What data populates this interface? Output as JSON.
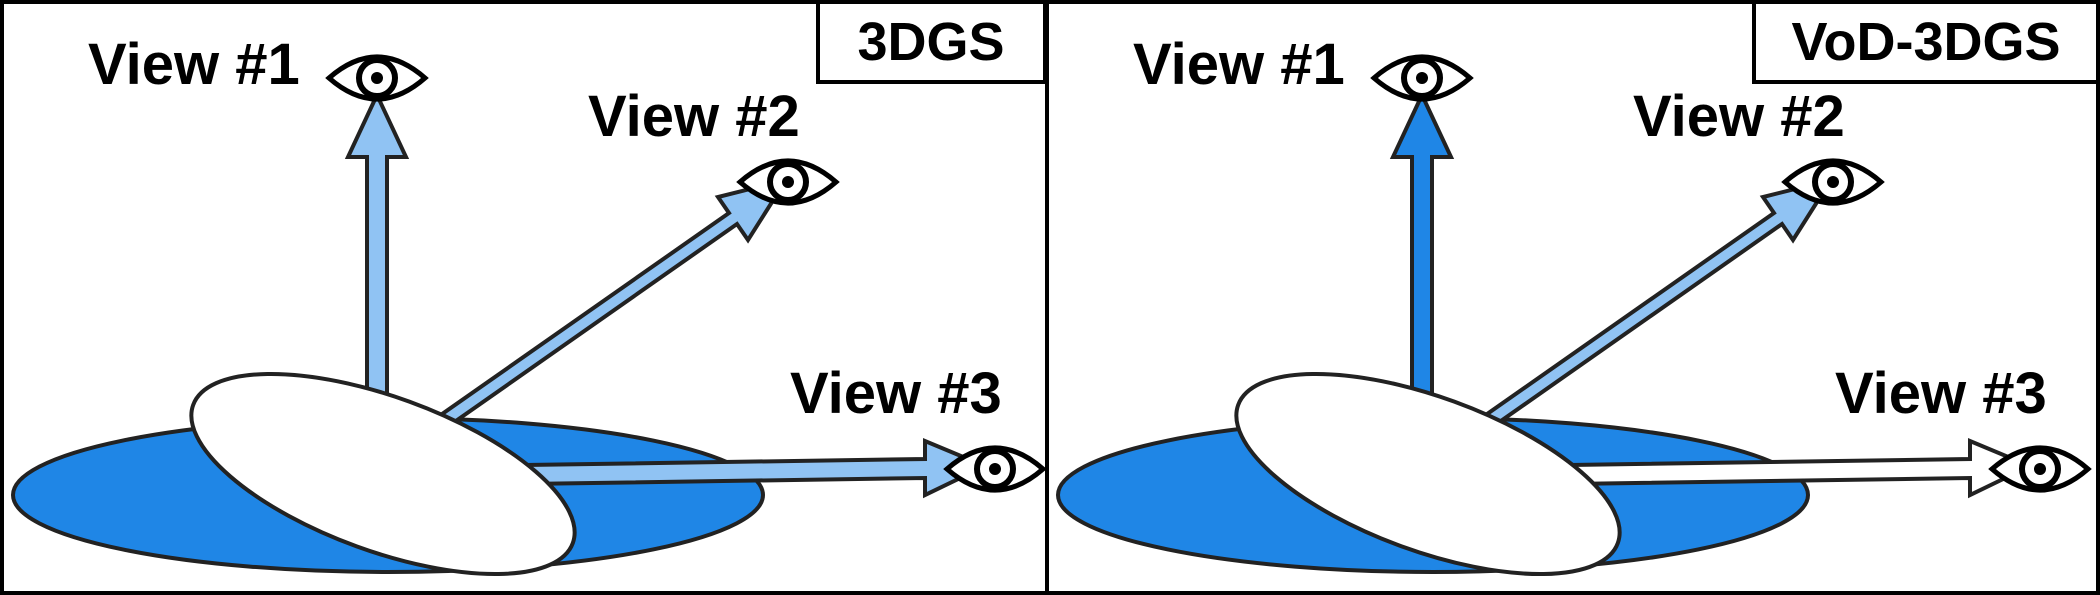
{
  "panels": [
    {
      "id": "left",
      "title": "3DGS",
      "views": [
        {
          "label": "View #1",
          "arrow_color": "#90c3f3"
        },
        {
          "label": "View #2",
          "arrow_color": "#90c3f3"
        },
        {
          "label": "View #3",
          "arrow_color": "#90c3f3"
        }
      ]
    },
    {
      "id": "right",
      "title": "VoD-3DGS",
      "views": [
        {
          "label": "View #1",
          "arrow_color": "#1f86e6"
        },
        {
          "label": "View #2",
          "arrow_color": "#90c3f3"
        },
        {
          "label": "View #3",
          "arrow_color": "#ffffff"
        }
      ]
    }
  ],
  "colors": {
    "blue_gaussian": "#1f86e6",
    "white_gaussian": "#ffffff",
    "outline": "#222222"
  },
  "icons": [
    "eye-icon"
  ]
}
